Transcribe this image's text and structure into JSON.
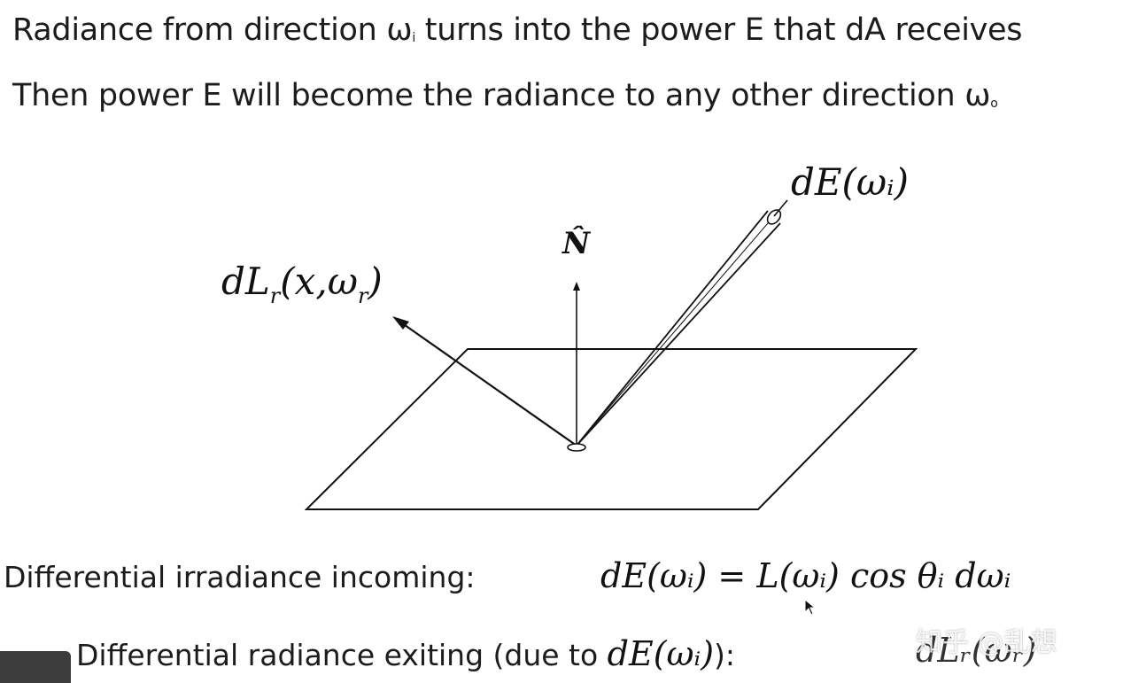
{
  "header": {
    "line1_text": "Radiance from direction ",
    "line1_omega": "ω",
    "line1_sub": "i",
    "line1_rest": " turns into the power E that dA receives",
    "line2_text": "Then power E will become the radiance to any other direction ",
    "line2_omega": "ω",
    "line2_sub": "o"
  },
  "diagram": {
    "incoming_label": "dE(ωᵢ)",
    "normal_label": "N̂",
    "outgoing_label_main": "dL",
    "outgoing_label_sub": "r",
    "outgoing_label_args": "(x,ω",
    "outgoing_label_sub2": "r",
    "outgoing_label_close": ")"
  },
  "equations": {
    "irradiance_label": "Differential irradiance incoming:",
    "irradiance_formula": "dE(ωᵢ) = L(ωᵢ) cos θᵢ dωᵢ",
    "radiance_label_prefix": "Differential radiance exiting (due to ",
    "radiance_label_math": "dE(ωᵢ)",
    "radiance_label_suffix": "):",
    "radiance_formula": "dLᵣ(ωᵣ)"
  },
  "watermark": "知乎 @乱想"
}
